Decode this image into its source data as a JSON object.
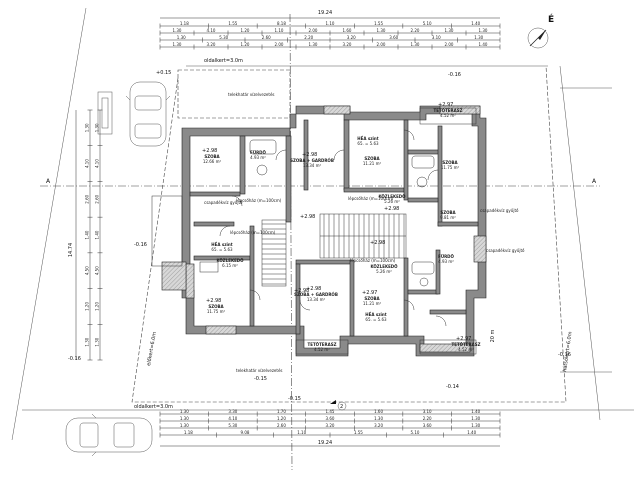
{
  "dimensions": {
    "top_total": "19.24",
    "top_row1": [
      "1.18",
      "1.55",
      "8.18",
      "1.10",
      "1.55",
      "5.10",
      "1.40"
    ],
    "top_row2": [
      "1.30",
      "4.10",
      "1.20",
      "1.10",
      "2.00",
      "1.60",
      "1.30",
      "2.20",
      "1.30",
      "1.30"
    ],
    "top_row3": [
      "1.30",
      "5.30",
      "2.60",
      "2.20",
      "3.20",
      "3.60",
      "3.10",
      "1.30"
    ],
    "top_row4": [
      "1.30",
      "3.20",
      "1.20",
      "2.00",
      "1.30",
      "3.20",
      "2.00",
      "1.30",
      "2.00",
      "1.40"
    ],
    "bottom_row1": [
      "1.30",
      "3.30",
      "1.70",
      "1.45",
      "1.60",
      "3.10",
      "1.40"
    ],
    "bottom_row2": [
      "1.30",
      "4.10",
      "1.20",
      "3.60",
      "1.30",
      "2.20",
      "1.30"
    ],
    "bottom_row3": [
      "1.30",
      "5.30",
      "2.60",
      "3.20",
      "3.20",
      "3.60",
      "1.30"
    ],
    "bottom_row4": [
      "1.18",
      "9.08",
      "1.10",
      "1.55",
      "5.10",
      "1.40"
    ],
    "bottom_total": "19.24",
    "left_total": "14.74",
    "left_values": [
      "1.30",
      "4.10",
      "2.60",
      "1.40",
      "4.50",
      "1.20",
      "1.30"
    ],
    "right_total": "20 m"
  },
  "labels": {
    "north": "É",
    "section_mark": "A",
    "side_garden_top": "oldalkert=3.0m",
    "side_garden_bottom": "oldalkert=3.0m",
    "rear_garden_left": "előkert=6.0m",
    "rear_garden_right": "hátsókert=6.0m",
    "level_note_1": "+0.15",
    "level_note_2": "-0.16",
    "level_note_3": "-0.16",
    "level_note_4": "-0.16",
    "level_note_5": "-0.15",
    "level_note_6": "-0.14",
    "level_note_7": "-0.15",
    "level_note_8": "-0.16",
    "gutter_top": "telekhatár vízelvezetés",
    "gutter_bottom": "telekhatár vízelvezetés",
    "right_note_1": "csapadékvíz gyűjtő",
    "right_note_2": "csapadékvíz gyűjtő",
    "left_note": "csapadékvíz gyűjtő"
  },
  "rooms": [
    {
      "name": "SZOBA",
      "sub": "12.66 m²",
      "level": "+2.98"
    },
    {
      "name": "FÜRDŐ",
      "sub": "4.93 m²",
      "level": ""
    },
    {
      "name": "SZOBA + GARDRÓB",
      "sub": "13.34 m²",
      "level": "+2.98"
    },
    {
      "name": "HÉA szint",
      "sub": "65. = 5.63",
      "level": ""
    },
    {
      "name": "SZOBA",
      "sub": "11.21 m²",
      "level": ""
    },
    {
      "name": "SZOBA",
      "sub": "11.75 m²",
      "level": ""
    },
    {
      "name": "TETŐTERASZ",
      "sub": "4.52 m²",
      "level": "+2.97"
    },
    {
      "name": "KÖZLEKEDŐ",
      "sub": "5.26 m²",
      "level": ""
    },
    {
      "name": "SZOBA",
      "sub": "9.81 m²",
      "level": ""
    },
    {
      "name": "HÉA szint",
      "sub": "65. = 5.63",
      "level": ""
    },
    {
      "name": "KÖZLEKEDŐ",
      "sub": "6.15 m²",
      "level": ""
    },
    {
      "name": "FÜRDŐ",
      "sub": "4.93 m²",
      "level": ""
    },
    {
      "name": "SZOBA + GARDRÓB",
      "sub": "13.34 m²",
      "level": "+2.98"
    },
    {
      "name": "SZOBA",
      "sub": "11.21 m²",
      "level": "+2.97"
    },
    {
      "name": "SZOBA",
      "sub": "11.75 m²",
      "level": "+2.98"
    },
    {
      "name": "TETŐTERASZ",
      "sub": "4.52 m²",
      "level": "+2.97"
    },
    {
      "name": "TETŐTERASZ",
      "sub": "4.52 m²",
      "level": ""
    },
    {
      "name": "KÖZLEKEDŐ",
      "sub": "5.26 m²",
      "level": ""
    },
    {
      "name": "HÉA szint",
      "sub": "65. = 5.63",
      "level": ""
    }
  ],
  "center_levels": [
    "+2.98",
    "+2.98",
    "+2.98",
    "+2.98"
  ],
  "stair_notes": [
    "lépcsőház (m=100cm)",
    "lépcsőház (m=100cm)",
    "lépcsőház (m=100cm)",
    "lépcsőház (m=100cm)"
  ],
  "bottom_marker": "2"
}
